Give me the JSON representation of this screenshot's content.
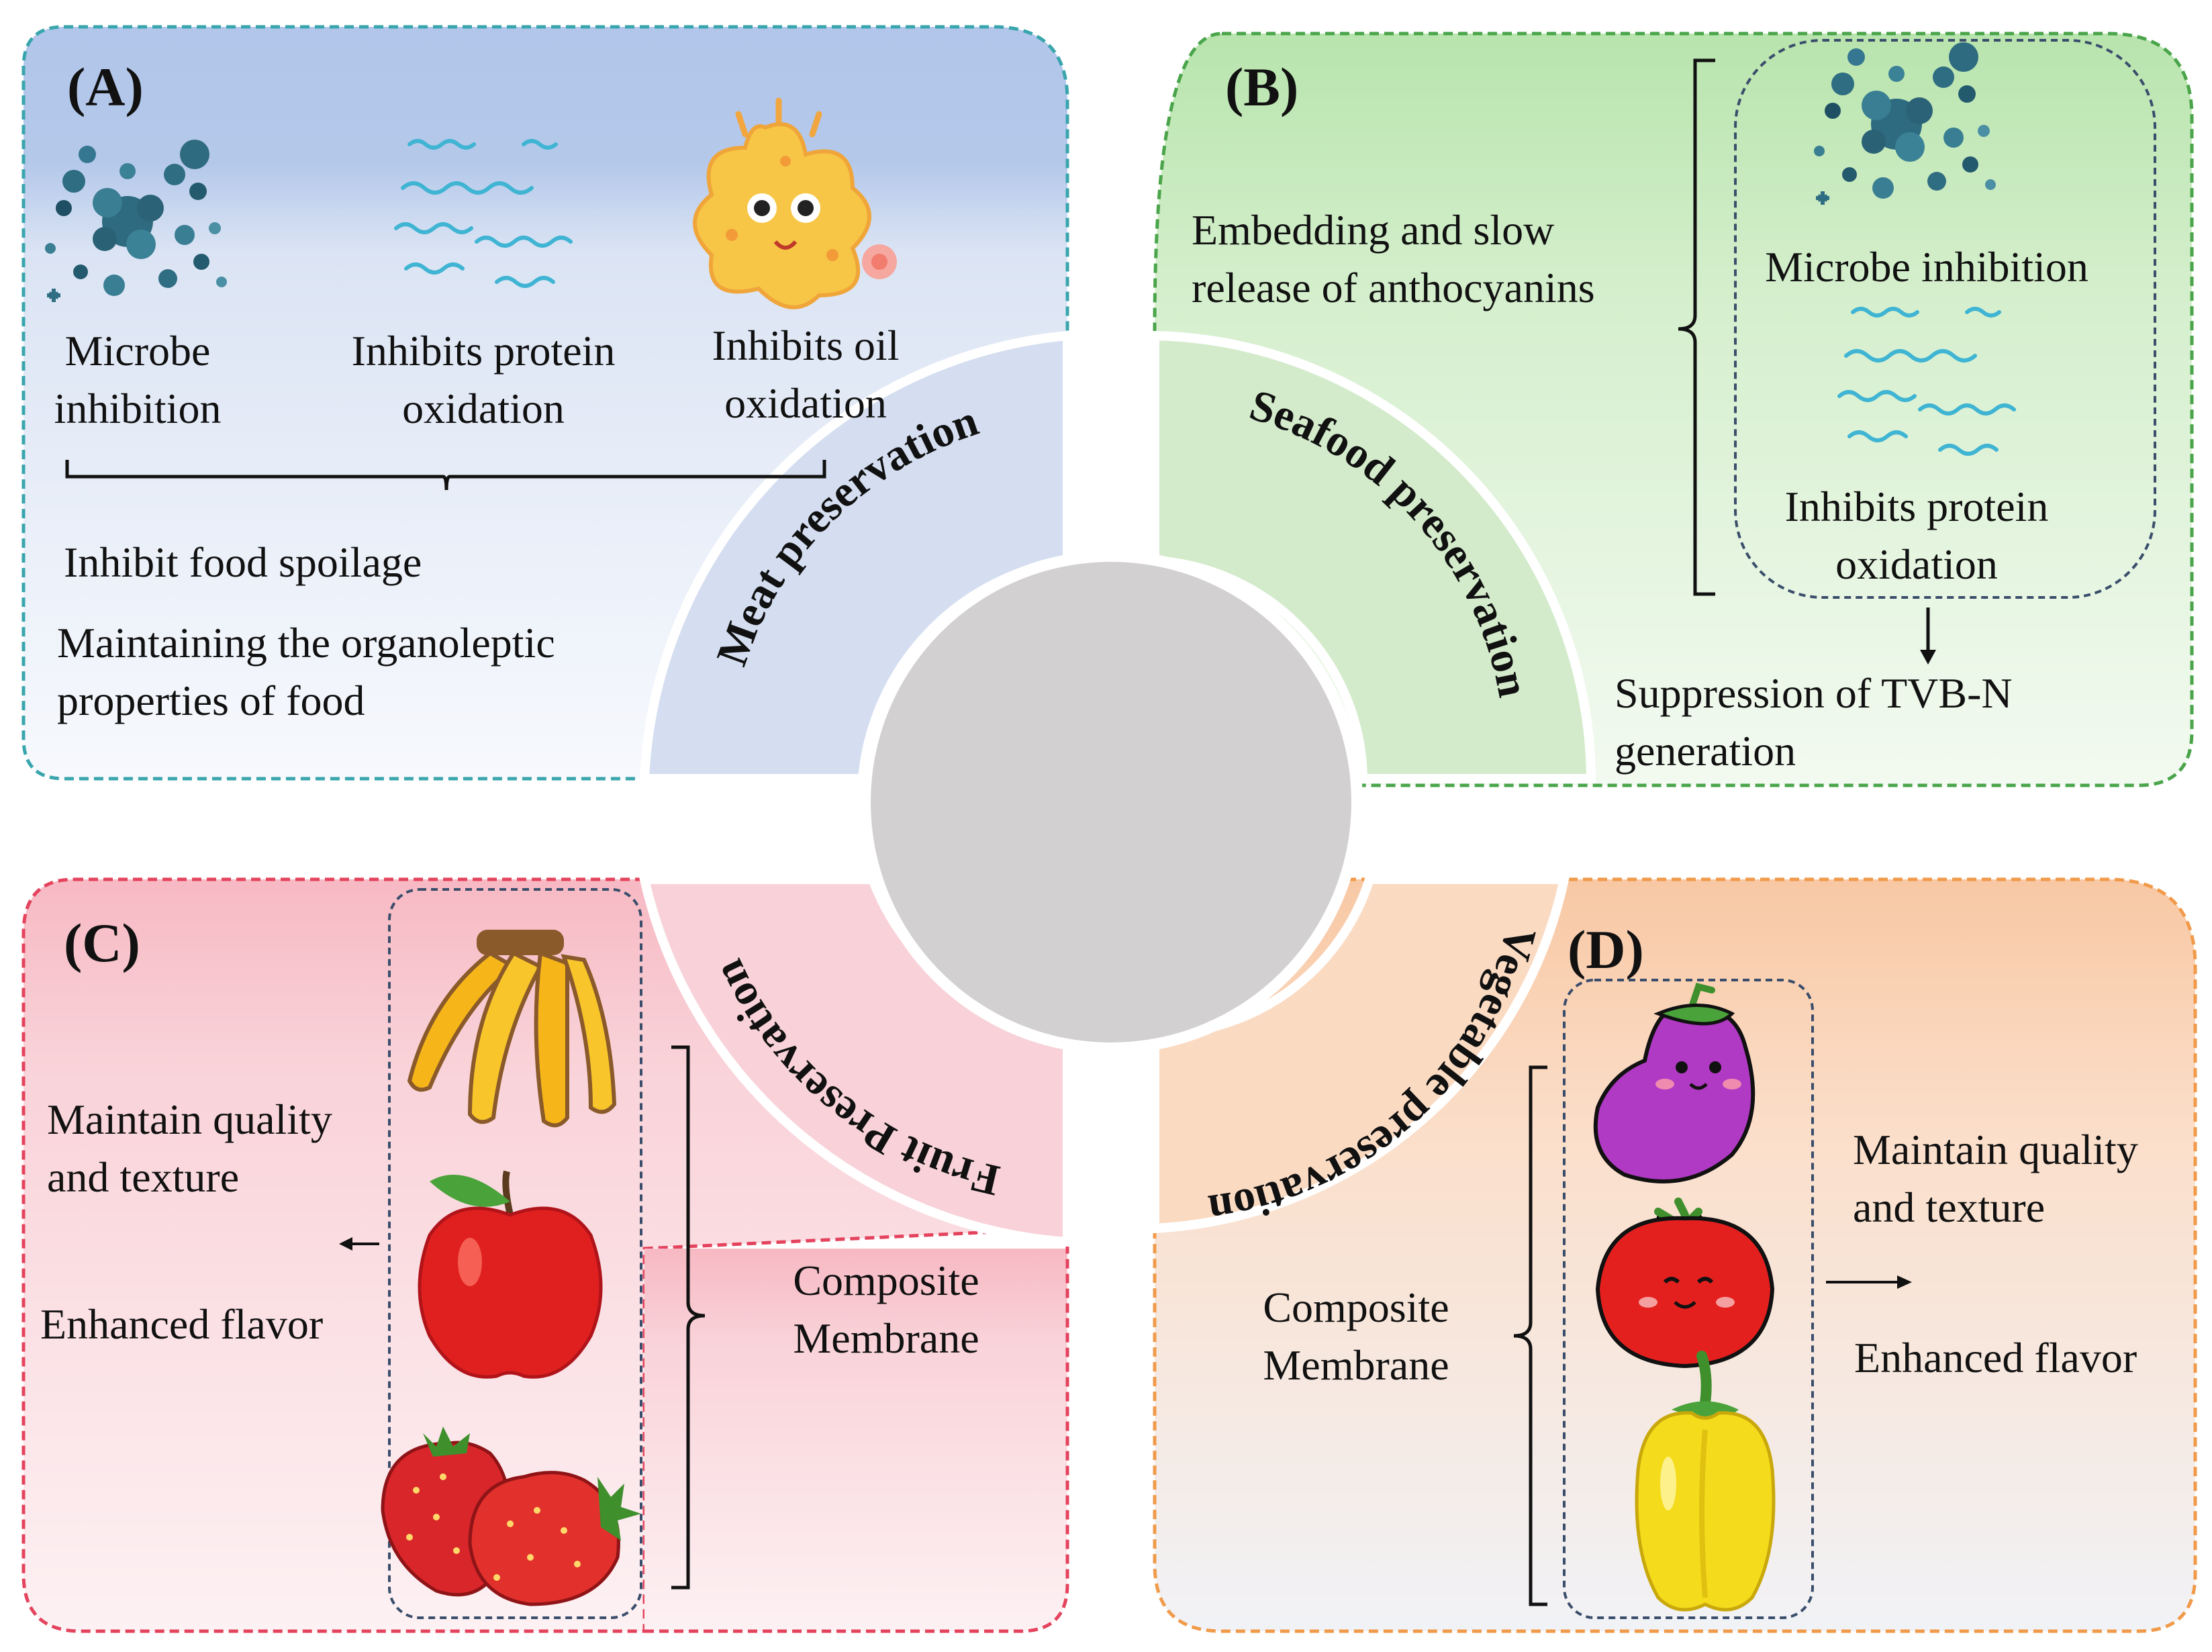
{
  "panels": {
    "A": {
      "label": "(A)",
      "sector": "Meat preservation",
      "icon_microbe": "Microbe\ninhibition",
      "icon_protein": "Inhibits protein\noxidation",
      "icon_oil": "Inhibits oil\noxidation",
      "result1": "Inhibit food spoilage",
      "result2": "Maintaining the organoleptic\nproperties of food",
      "color": "#b7c9ea"
    },
    "B": {
      "label": "(B)",
      "sector": "Seafood preservation",
      "mechanism": "Embedding and slow\nrelease of anthocyanins",
      "effect1": "Microbe inhibition",
      "effect2": "Inhibits protein\noxidation",
      "result": "Suppression of TVB-N\ngeneration",
      "color": "#bfe5b6"
    },
    "C": {
      "label": "(C)",
      "sector": "Fruit Preservation",
      "result1": "Maintain quality\nand texture",
      "result2": "Enhanced flavor",
      "membrane": "Composite\nMembrane",
      "fruits": [
        "banana-icon",
        "apple-icon",
        "strawberry-icon"
      ],
      "color": "#f8c9d0"
    },
    "D": {
      "label": "(D)",
      "sector": "Vegetable preservation",
      "result1": "Maintain quality\nand texture",
      "result2": "Enhanced flavor",
      "membrane": "Composite\nMembrane",
      "vegetables": [
        "eggplant-icon",
        "tomato-icon",
        "bell-pepper-icon"
      ],
      "color": "#f9d2b3"
    }
  }
}
